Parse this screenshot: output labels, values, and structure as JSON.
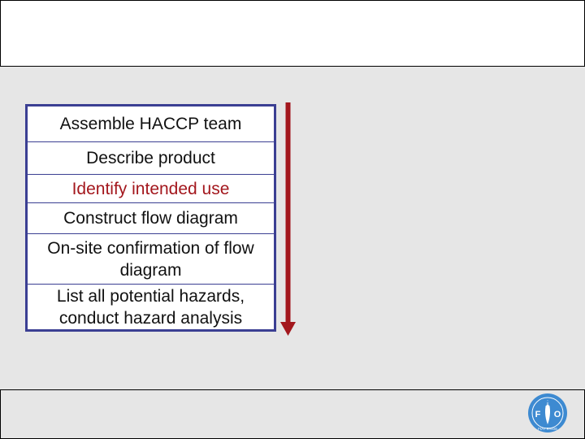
{
  "steps": [
    {
      "label": "Assemble HACCP team",
      "highlighted": false
    },
    {
      "label": "Describe product",
      "highlighted": false
    },
    {
      "label": "Identify intended use",
      "highlighted": true
    },
    {
      "label": "Construct flow diagram",
      "highlighted": false
    },
    {
      "label": "On-site confirmation of flow diagram",
      "highlighted": false
    },
    {
      "label": "List all potential hazards, conduct hazard analysis",
      "highlighted": false
    }
  ],
  "colors": {
    "background": "#e6e6e6",
    "box_border": "#3b3f93",
    "highlight_text": "#a3171d",
    "arrow": "#a3171d",
    "logo": "#3d8ad1"
  },
  "logo": {
    "icon": "fao-logo-icon",
    "letters": [
      "F",
      "A",
      "O"
    ],
    "motto": "FIAT PANIS"
  }
}
